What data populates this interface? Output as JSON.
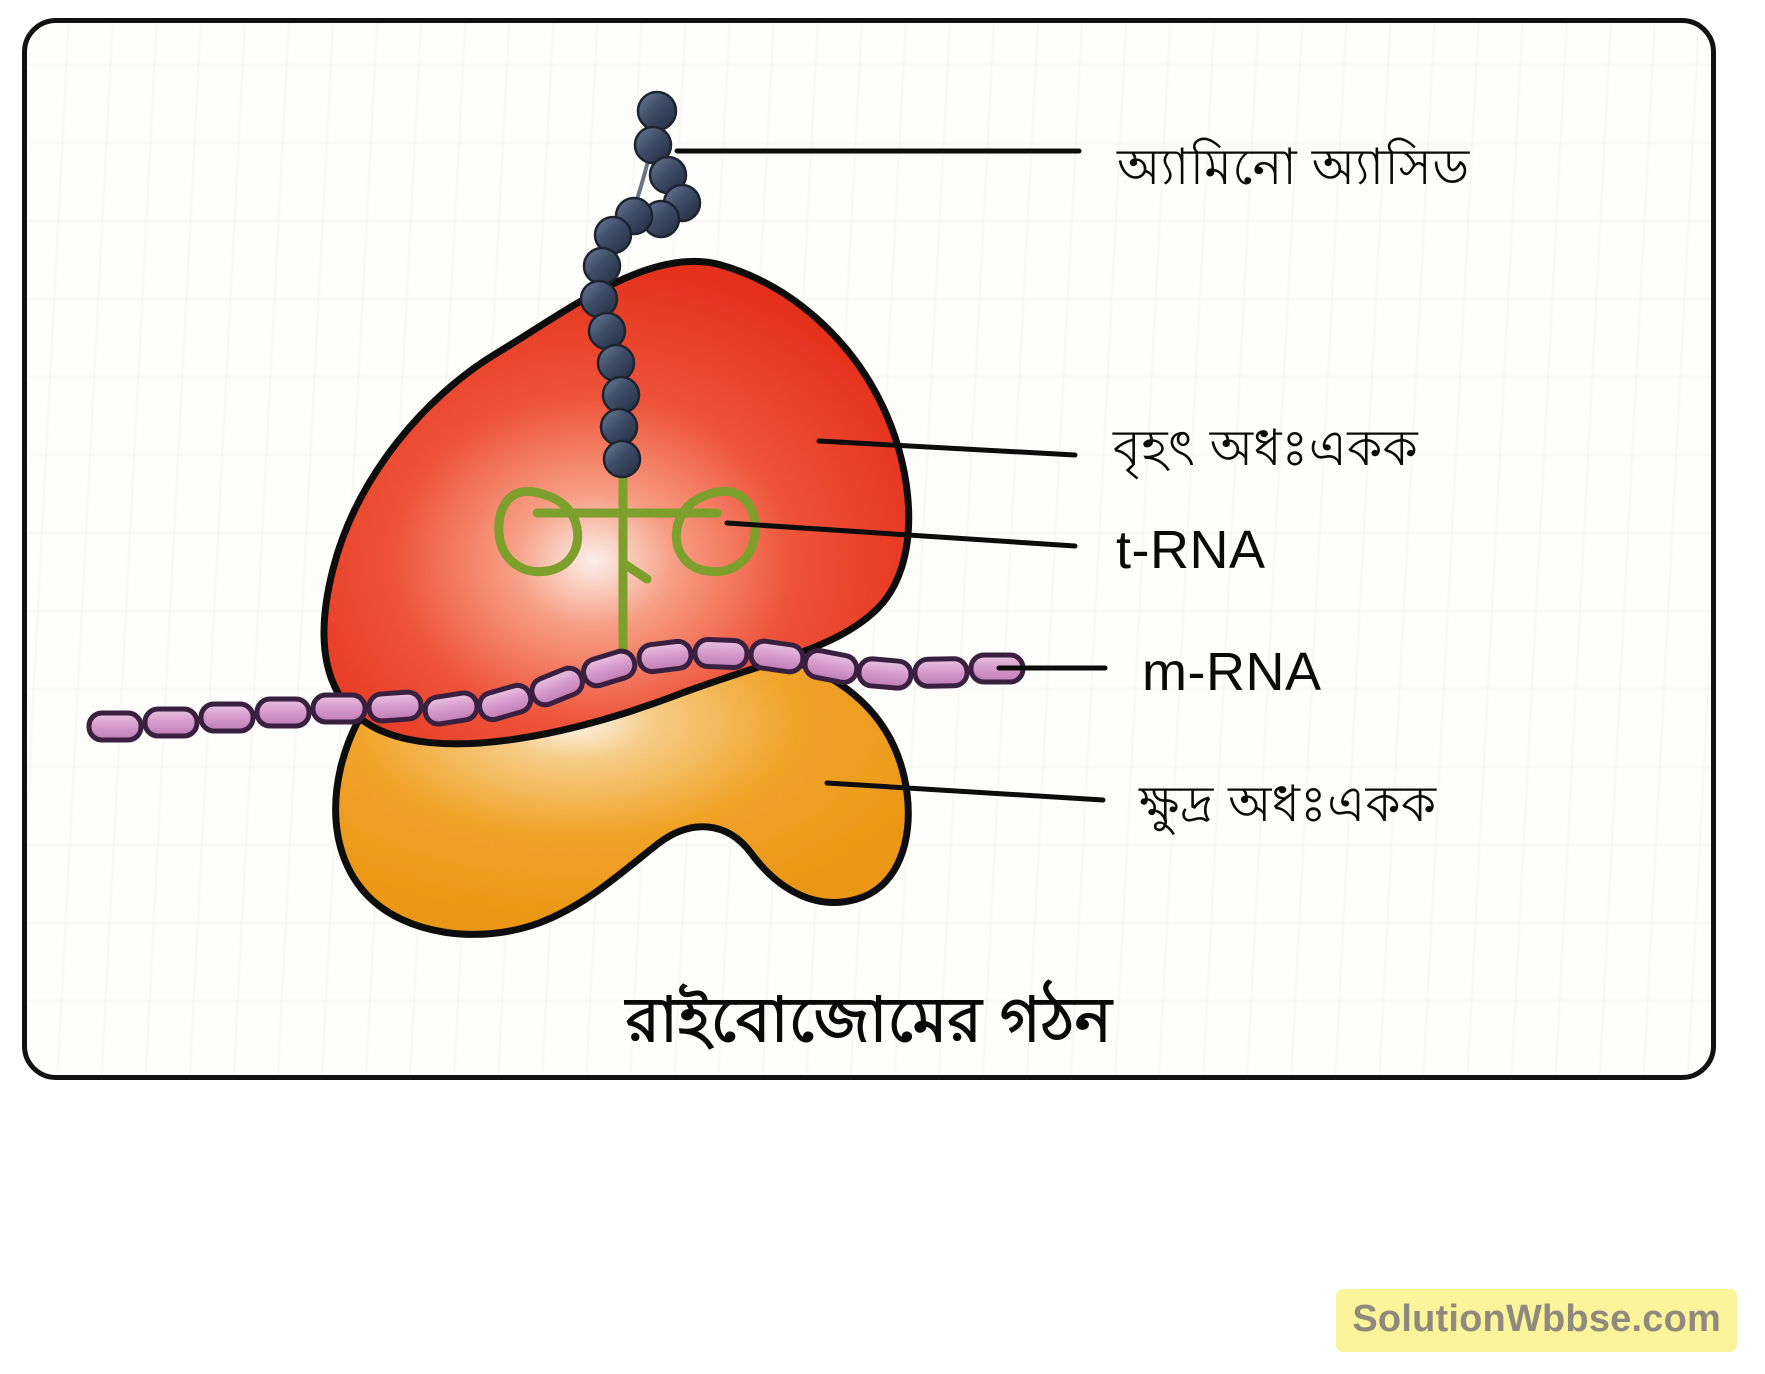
{
  "diagram": {
    "caption": "রাইবোজোমের গঠন",
    "labels": [
      {
        "id": "amino",
        "text": "অ্যামিনো অ্যাসিড",
        "script": "bengali"
      },
      {
        "id": "large_subunit",
        "text": "বৃহৎ  অধঃএকক",
        "script": "bengali"
      },
      {
        "id": "trna",
        "text": "t-RNA",
        "script": "latin"
      },
      {
        "id": "mrna",
        "text": "m-RNA",
        "script": "latin"
      },
      {
        "id": "small_subunit",
        "text": "ক্ষুদ্র অধঃএকক",
        "script": "bengali"
      }
    ],
    "colors": {
      "large_subunit": "#ef3e2a",
      "large_subunit_light": "#f87a5c",
      "small_subunit": "#f4a020",
      "small_subunit_light": "#f9c36a",
      "mrna": "#d9a0cd",
      "mrna_outline": "#3a2040",
      "trna": "#7a9b2e",
      "amino_acid": "#3c4a63",
      "outline": "#111111",
      "watermark_bg": "#fcf49a",
      "watermark_text": "#8f8a7d"
    }
  },
  "watermark": {
    "text": "SolutionWbbse.com"
  }
}
